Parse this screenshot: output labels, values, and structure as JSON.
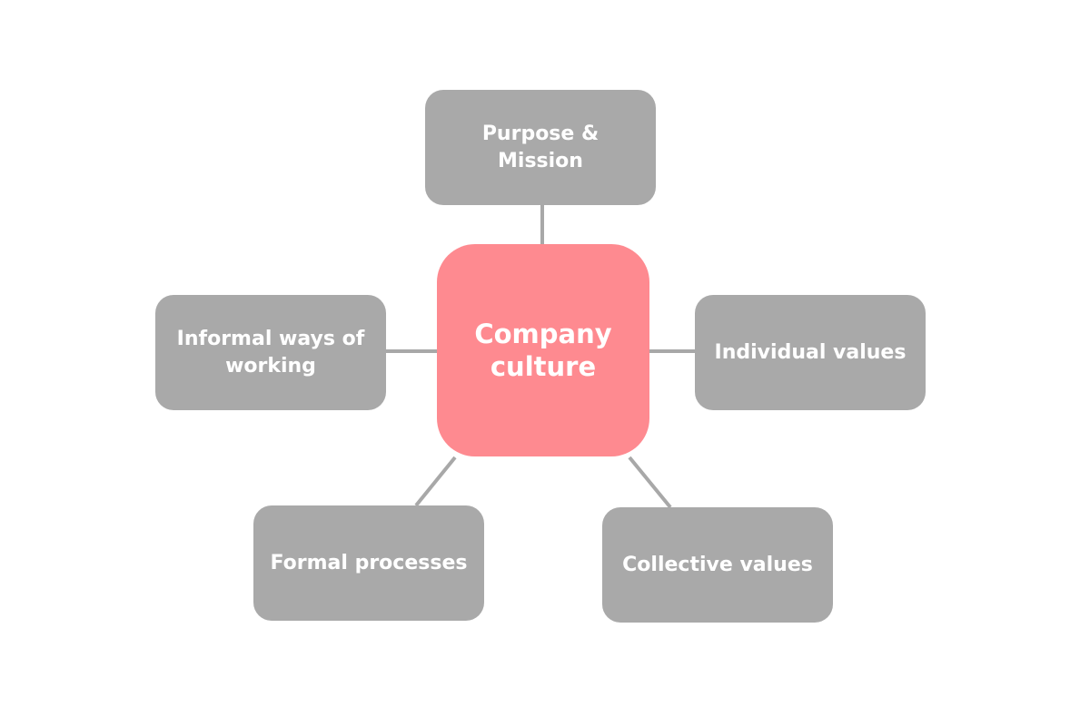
{
  "diagram": {
    "center": {
      "label": "Company culture"
    },
    "nodes": {
      "purpose": {
        "label": "Purpose & Mission"
      },
      "individual": {
        "label": "Individual values"
      },
      "collective": {
        "label": "Collective values"
      },
      "formal": {
        "label": "Formal processes"
      },
      "informal": {
        "label": "Informal ways of working"
      }
    },
    "colors": {
      "center_fill": "#fe8a90",
      "node_fill": "#a9a9a9",
      "connector": "#a8a8a8",
      "text": "#ffffff",
      "background": "#ffffff"
    }
  }
}
